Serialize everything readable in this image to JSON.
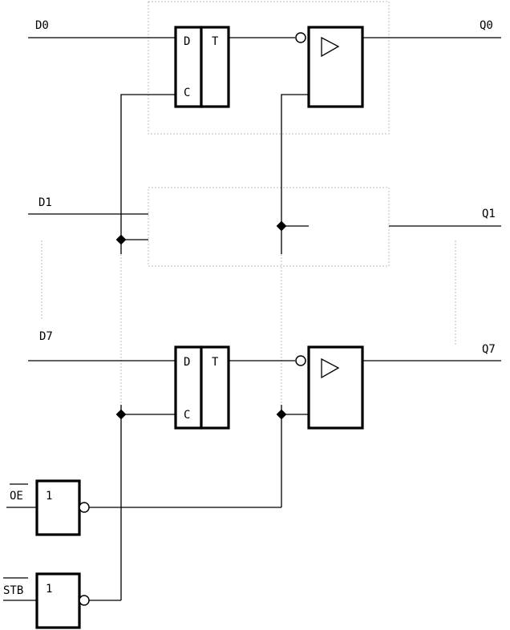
{
  "signals": {
    "d0": "D0",
    "d1": "D1",
    "d7": "D7",
    "q0": "Q0",
    "q1": "Q1",
    "q7": "Q7",
    "oe": "OE",
    "stb": "STB"
  },
  "latch_labels": {
    "d": "D",
    "t": "T",
    "c": "C"
  },
  "gate_label": "1"
}
